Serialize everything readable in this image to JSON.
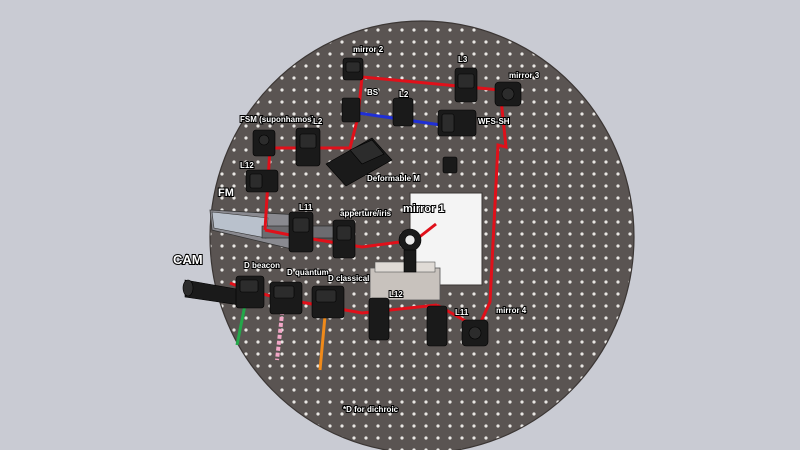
{
  "colors": {
    "background": "#c9cbd3",
    "breadboard": "#5a5452",
    "hole": "#e8e6e3",
    "red_beam": "#e0101a",
    "blue_beam": "#1f2fd6",
    "green_beam": "#23a84a",
    "pink_beam": "#f2a7c7",
    "orange_beam": "#f08a1a",
    "cyan_beam": "#9fe6f0"
  },
  "labels": {
    "mirror_2": "mirror 2",
    "l3": "L3",
    "mirror_3": "mirror 3",
    "bs": "BS",
    "l2_top": "L2",
    "wfs_sh": "WFS-SH",
    "fsm": "FSM (suponhamos)",
    "l2_left": "L2",
    "l12_left": "L12",
    "deformable_m": "Deformable M",
    "fm": "FM",
    "l11_left": "L11",
    "apperture_iris": "apperture/iris",
    "mirror_1": "mirror 1",
    "cam": "CAM",
    "d_beacon": "D beacon",
    "d_quantum": "D quantum",
    "d_classical": "D classical",
    "l12_bottom": "L12",
    "l11_bottom": "L11",
    "mirror_4": "mirror 4",
    "footnote": "*D for dichroic"
  },
  "icons": {
    "mount": "optical-mount-icon",
    "camera": "camera-icon",
    "wavefront_sensor": "wavefront-sensor-icon",
    "deformable_mirror": "deformable-mirror-icon"
  }
}
